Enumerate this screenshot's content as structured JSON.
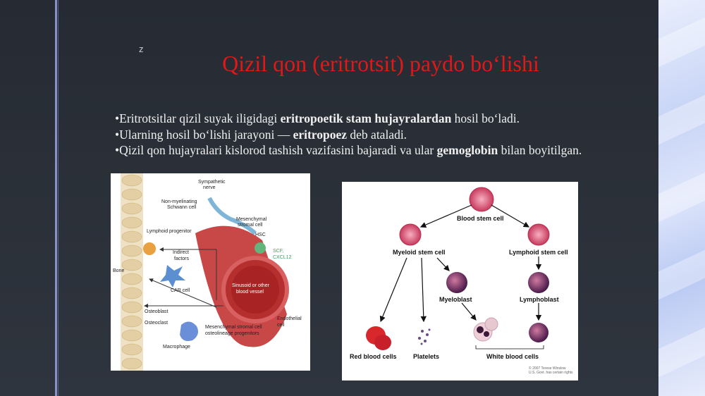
{
  "slide": {
    "mark": "z",
    "title": "Qizil qon (eritrotsit) paydo bo‘lishi",
    "bullets": [
      {
        "pre": "Eritrotsitlar qizil suyak iligidagi ",
        "bold": "eritropoetik stam hujayralardan",
        "post": " hosil bo‘ladi."
      },
      {
        "pre": "Ularning hosil bo‘lishi jarayoni — ",
        "bold": "eritropoez",
        "post": " deb ataladi."
      },
      {
        "pre": "Qizil qon hujayralari kislorod tashish vazifasini bajaradi va ular ",
        "bold": "gemoglobin",
        "post": " bilan boyitilgan."
      }
    ]
  },
  "figure_left": {
    "labels": {
      "sympathetic_nerve": [
        "Sympathetic",
        "nerve"
      ],
      "schwann": [
        "Non-myelinating",
        "Schwann cell"
      ],
      "mesenchymal": [
        "Mesenchymal",
        "stromal cell"
      ],
      "hsc": "HSC",
      "lymphoid_progenitor": "Lymphoid progenitor",
      "scf": [
        "SCF,",
        "CXCL12"
      ],
      "indirect": [
        "Indirect",
        "factors"
      ],
      "bone": "Bone",
      "car_cell": "CAR cell",
      "sinusoid": [
        "Sinusoid or other",
        "blood vessel"
      ],
      "osteoblast": "Osteoblast",
      "osteoclast": "Osteoclast",
      "endothelial": [
        "Endothelial",
        "cell"
      ],
      "msc_osteo": [
        "Mesenchymal stromal cell",
        "osteolineage progenitors"
      ],
      "macrophage": "Macrophage"
    }
  },
  "figure_right": {
    "labels": {
      "blood_stem_cell": "Blood stem cell",
      "myeloid": "Myeloid stem cell",
      "lymphoid": "Lymphoid stem cell",
      "myeloblast": "Myeloblast",
      "lymphoblast": "Lymphoblast",
      "red_blood_cells": "Red blood cells",
      "platelets": "Platelets",
      "white_blood_cells": "White blood cells",
      "copyright": [
        "© 2007 Terese Winslow",
        "U.S. Govt. has certain rights"
      ]
    }
  },
  "colors": {
    "title": "#e01818",
    "background": "#2b3038",
    "accent_bar": "#8a90c8"
  }
}
